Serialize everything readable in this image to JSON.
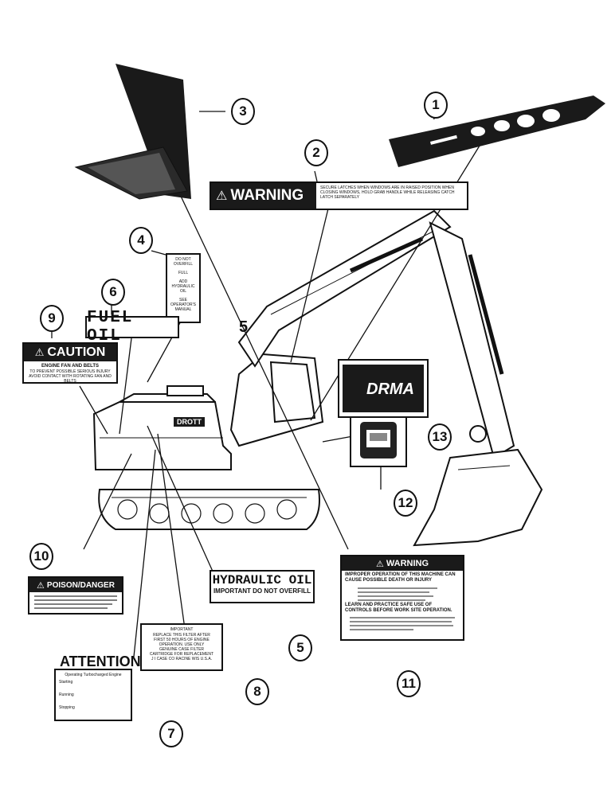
{
  "callouts": [
    "1",
    "2",
    "3",
    "4",
    "5",
    "6",
    "7",
    "8",
    "9",
    "10",
    "11",
    "12",
    "13"
  ],
  "decal_2": {
    "header": "WARNING",
    "text": "SECURE LATCHES WHEN WINDOWS ARE IN RAISED POSITION WHEN CLOSING WINDOWS, HOLD GRAB HANDLE WHILE RELEASING CATCH LATCH SEPARATELY"
  },
  "decal_4": {
    "lines": [
      "DO NOT OVERFILL",
      "FULL",
      "ADD HYDRAULIC OIL",
      "SEE OPERATOR'S MANUAL"
    ]
  },
  "decal_6": {
    "text": "FUEL OIL"
  },
  "decal_9": {
    "header": "CAUTION",
    "title": "ENGINE FAN AND BELTS",
    "text": "TO PREVENT POSSIBLE SERIOUS INJURY AVOID CONTACT WITH ROTATING FAN AND BELTS"
  },
  "decal_10": {
    "header": "POISON/DANGER"
  },
  "decal_5": {
    "line1": "HYDRAULIC OIL",
    "line2": "IMPORTANT DO NOT OVERFILL"
  },
  "decal_8": {
    "lines": [
      "IMPORTANT",
      "REPLACE THIS FILTER AFTER",
      "FIRST 50 HOURS OF ENGINE",
      "OPERATION. USE ONLY",
      "GENUINE CASE FILTER",
      "CARTRIDGE FOR REPLACEMENT",
      "J I CASE CO RACINE WIS U.S.A."
    ]
  },
  "decal_7": {
    "header": "ATTENTION",
    "lines": [
      "Operating Turbocharged Engine",
      "Starting",
      "Running",
      "Stopping"
    ]
  },
  "decal_11": {
    "header": "WARNING",
    "intro": "IMPROPER OPERATION OF THIS MACHINE CAN CAUSE POSSIBLE DEATH OR INJURY",
    "line2": "LEARN AND PRACTICE SAFE USE OF CONTROLS BEFORE WORK SITE OPERATION."
  },
  "decal_13": {
    "text": "DRMA"
  },
  "machine": {
    "side_label": "DROTT",
    "boom_label": "5"
  },
  "colors": {
    "ink": "#111111",
    "paper": "#ffffff",
    "decal_dark": "#1a1a1a"
  }
}
